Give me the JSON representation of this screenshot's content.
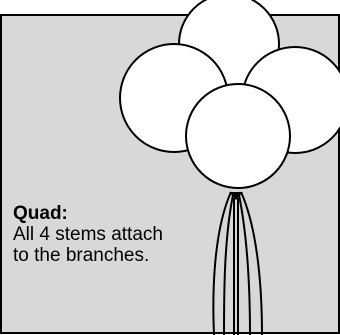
{
  "caption": {
    "title": "Quad:",
    "body": "All 4 stems attach to the branches."
  },
  "colors": {
    "panel_background": "#d8d8d8",
    "balloon_fill": "#ffffff",
    "outline": "#000000",
    "text": "#000000"
  },
  "diagram": {
    "balloon_count": 4,
    "stem_count": 4
  }
}
